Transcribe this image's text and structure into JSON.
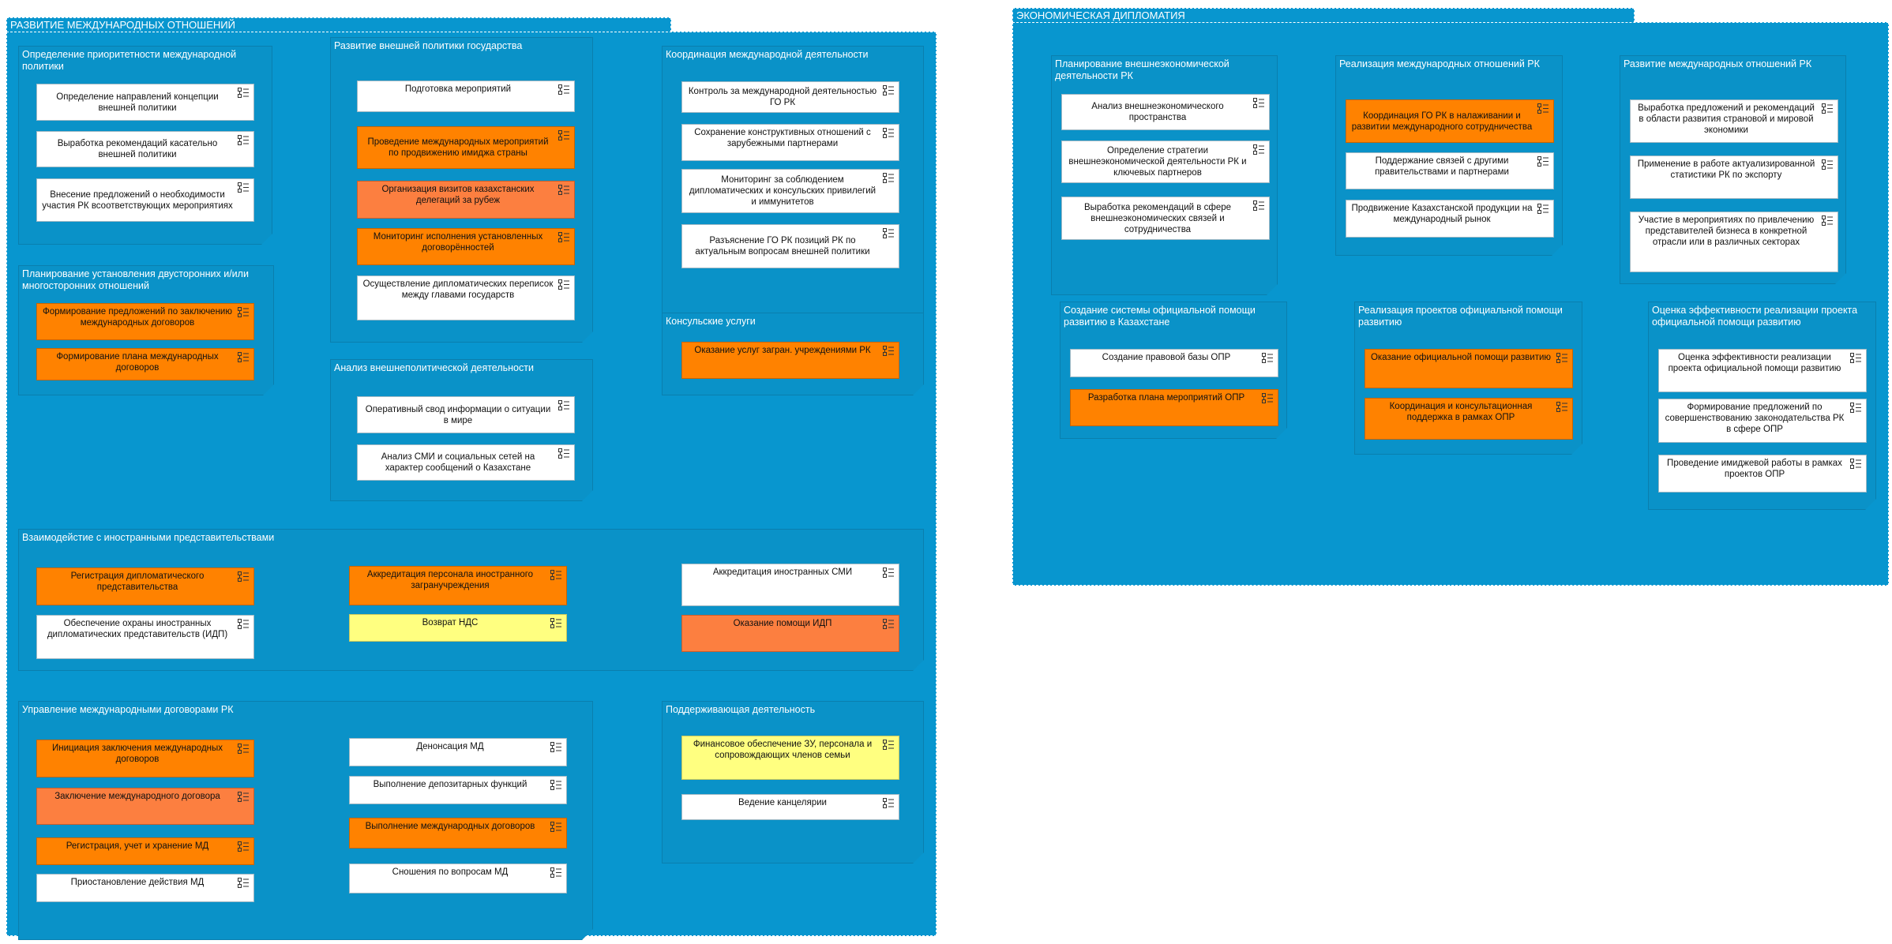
{
  "colors": {
    "package": "#0896cf",
    "group": "#0a92c8",
    "white_fill": "#ffffff",
    "orange_fill": "#ff8200",
    "salmon_fill": "#fc7f40",
    "yellow_fill": "#ffff80",
    "text": "#111111"
  },
  "icon": "function-icon",
  "packages": [
    {
      "id": "intl",
      "title": "РАЗВИТИЕ МЕЖДУНАРОДНЫХ ОТНОШЕНИЙ",
      "groups": [
        {
          "title": "Определение приоритетности международной политики",
          "items": [
            {
              "label": "Определение направлений концепции внешней политики",
              "color": "white"
            },
            {
              "label": "Выработка рекомендаций касательно внешней политики",
              "color": "white"
            },
            {
              "label": "Внесение предложений о необходимости участия РК всоответствующих мероприятиях",
              "color": "white"
            }
          ]
        },
        {
          "title": "Развитие внешней политики государства",
          "items": [
            {
              "label": "Подготовка мероприятий",
              "color": "white"
            },
            {
              "label": "Проведение международных мероприятий по продвижению имиджа страны",
              "color": "orange"
            },
            {
              "label": "Организация визитов казахстанских делегаций за рубеж",
              "color": "salmon"
            },
            {
              "label": "Мониторинг исполнения установленных договорённостей",
              "color": "orange"
            },
            {
              "label": "Осуществление дипломатических переписок между главами государств",
              "color": "white"
            }
          ]
        },
        {
          "title": "Координация международной деятельности",
          "items": [
            {
              "label": "Контроль за международной деятельностью ГО РК",
              "color": "white"
            },
            {
              "label": "Сохранение конструктивных отношений с зарубежными партнерами",
              "color": "white"
            },
            {
              "label": "Мониторинг за соблюдением дипломатических и консульских привилегий и иммунитетов",
              "color": "white"
            },
            {
              "label": "Разъяснение ГО РК позиций РК по актуальным вопросам внешней политики",
              "color": "white"
            }
          ]
        },
        {
          "title": "Планирование установления двусторонних и/или многосторонних отношений",
          "items": [
            {
              "label": "Формирование предложений по заключению международных договоров",
              "color": "orange"
            },
            {
              "label": "Формирование плана международных договоров",
              "color": "orange"
            }
          ]
        },
        {
          "title": "Консульские услуги",
          "items": [
            {
              "label": "Оказание услуг загран. учреждениями РК",
              "color": "orange"
            }
          ]
        },
        {
          "title": "Анализ внешнеполитической деятельности",
          "items": [
            {
              "label": "Оперативный свод информации о ситуации в мире",
              "color": "white"
            },
            {
              "label": "Анализ СМИ и социальных сетей на характер сообщений о Казахстане",
              "color": "white"
            }
          ]
        },
        {
          "title": "Взаимодейстие с иностранными представительствами",
          "items": [
            {
              "label": "Регистрация дипломатического представительства",
              "color": "orange"
            },
            {
              "label": "Обеспечение охраны иностранных дипломатических представительств (ИДП)",
              "color": "white"
            },
            {
              "label": "Аккредитация персонала иностранного загранучреждения",
              "color": "orange"
            },
            {
              "label": "Возврат НДС",
              "color": "yellow"
            },
            {
              "label": "Аккредитация иностранных СМИ",
              "color": "white"
            },
            {
              "label": "Оказание помощи ИДП",
              "color": "salmon"
            }
          ]
        },
        {
          "title": "Управление международными договорами РК",
          "items": [
            {
              "label": "Инициация заключения международных договоров",
              "color": "orange"
            },
            {
              "label": "Заключение международного договора",
              "color": "salmon"
            },
            {
              "label": "Регистрация, учет и хранение МД",
              "color": "orange"
            },
            {
              "label": "Приостановление действия МД",
              "color": "white"
            },
            {
              "label": "Денонсация МД",
              "color": "white"
            },
            {
              "label": "Выполнение депозитарных функций",
              "color": "white"
            },
            {
              "label": "Выполнение международных договоров",
              "color": "orange"
            },
            {
              "label": "Сношения по вопросам МД",
              "color": "white"
            }
          ]
        },
        {
          "title": "Поддерживающая деятельность",
          "items": [
            {
              "label": "Финансовое обеспечение ЗУ, персонала и сопровождающих членов семьи",
              "color": "yellow"
            },
            {
              "label": "Ведение канцелярии",
              "color": "white"
            }
          ]
        }
      ]
    },
    {
      "id": "econ",
      "title": "ЭКОНОМИЧЕСКАЯ ДИПЛОМАТИЯ",
      "groups": [
        {
          "title": "Планирование внешнеэкономической деятельности РК",
          "items": [
            {
              "label": "Анализ внешнеэкономического пространства",
              "color": "white"
            },
            {
              "label": "Определение стратегии внешнеэкономической деятельности РК и ключевых партнеров",
              "color": "white"
            },
            {
              "label": "Выработка рекомендаций в сфере внешнеэкономических связей и сотрудничества",
              "color": "white"
            }
          ]
        },
        {
          "title": "Реализация международных отношений РК",
          "items": [
            {
              "label": "Координация ГО РК в налаживании и развитии международного сотрудничества",
              "color": "orange"
            },
            {
              "label": "Поддержание связей с другими правительствами и партнерами",
              "color": "white"
            },
            {
              "label": "Продвижение Казахстанской продукции на международный рынок",
              "color": "white"
            }
          ]
        },
        {
          "title": "Развитие международных отношений РК",
          "items": [
            {
              "label": "Выработка предложений и рекомендаций в области развития страновой и мировой экономики",
              "color": "white"
            },
            {
              "label": "Применение в работе актуализированной статистики РК по экспорту",
              "color": "white"
            },
            {
              "label": "Участие в мероприятиях по привлечению представителей бизнеса в конкретной отрасли или в различных секторах",
              "color": "white"
            }
          ]
        },
        {
          "title": "Создание системы официальной помощи развитию в Казахстане",
          "items": [
            {
              "label": "Создание правовой базы ОПР",
              "color": "white"
            },
            {
              "label": "Разработка плана мероприятий ОПР",
              "color": "orange"
            }
          ]
        },
        {
          "title": "Реализация проектов официальной помощи развитию",
          "items": [
            {
              "label": "Оказание официальной помощи развитию",
              "color": "orange"
            },
            {
              "label": "Координация и консультационная поддержка в рамках ОПР",
              "color": "orange"
            }
          ]
        },
        {
          "title": "Оценка эффективности реализации проекта официальной помощи развитию",
          "items": [
            {
              "label": "Оценка эффективности реализации проекта официальной помощи развитию",
              "color": "white"
            },
            {
              "label": "Формирование предложений по совершенствованию законодательства РК в сфере ОПР",
              "color": "white"
            },
            {
              "label": "Проведение имиджевой работы в рамках проектов ОПР",
              "color": "white"
            }
          ]
        }
      ]
    }
  ]
}
